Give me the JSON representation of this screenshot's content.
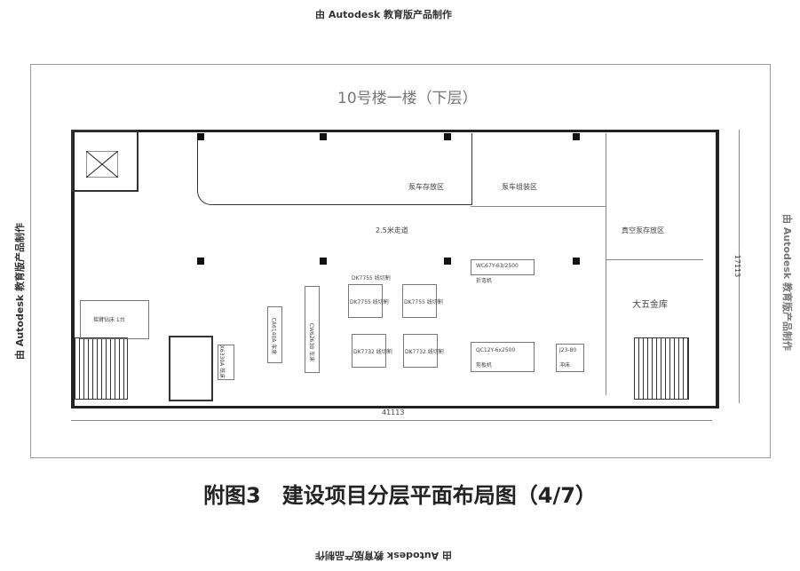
{
  "watermark": "由 Autodesk 教育版产品制作",
  "plan_title": "10号楼一楼（下层）",
  "caption": "附图3　建设项目分层平面布局图（4/7）",
  "dimensions": {
    "width": "41113",
    "height": "17113"
  },
  "zones": {
    "pump_storage": "泵车存放区",
    "pump_assembly": "泵车组装区",
    "aisle": "2.5米走道",
    "vacuum_pump": "真空泵存放区",
    "big_parts": "大五金库"
  },
  "machines": [
    {
      "model": "DK7755 线切割"
    },
    {
      "model": "DK7755 线切割"
    },
    {
      "model": "DK7755 线切割"
    },
    {
      "model": "DK7732 线切割"
    },
    {
      "model": "DK7732 线切割"
    },
    {
      "model": "WC67Y-63/2500",
      "type": "折弯机"
    },
    {
      "model": "QC12Y-6x2500",
      "type": "剪板机"
    },
    {
      "model": "J23-80",
      "type": "冲床"
    },
    {
      "model": "X6330A 铣床"
    },
    {
      "model": "CA6140A 车床"
    },
    {
      "model": "CW6263B 车床"
    },
    {
      "model": "摇臂钻床 1台"
    }
  ]
}
